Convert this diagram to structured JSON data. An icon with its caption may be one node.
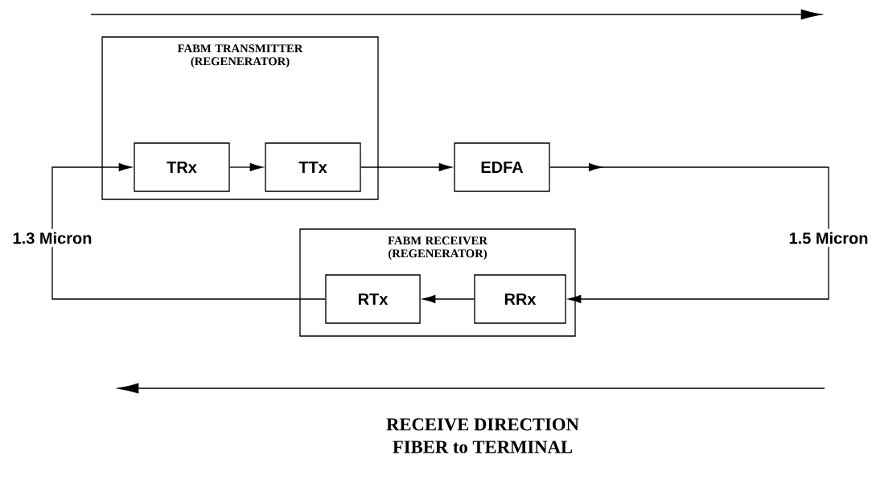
{
  "diagram": {
    "nodes": [
      {
        "text": [
          "FABM TRANSMITTER (REGENERATOR)"
        ]
      },
      {
        "text": [
          "TRx"
        ],
        "in": 0
      },
      {
        "text": [
          "TTx"
        ],
        "in": 0
      },
      {
        "text": [
          "EDFA"
        ]
      },
      {
        "text": [
          "FABM RECEIVER (REGENERATOR)"
        ]
      },
      {
        "text": [
          "RTx"
        ],
        "in": 4
      },
      {
        "text": [
          "RRx"
        ],
        "in": 4
      }
    ],
    "edges": [
      {
        "from": 1,
        "to": 2,
        "arrow": "to"
      },
      {
        "from": 2,
        "to": 3,
        "arrow": "to"
      },
      {
        "from": 3,
        "to": 6,
        "arrow": "to",
        "label": "1.5 Micron"
      },
      {
        "from": 6,
        "to": 5,
        "arrow": "to"
      },
      {
        "from": 5,
        "to": 1,
        "arrow": "to",
        "label": "1.3 Micron"
      }
    ],
    "labels": [
      "RECEIVE DIRECTION",
      "FIBER to TERMINAL"
    ]
  }
}
